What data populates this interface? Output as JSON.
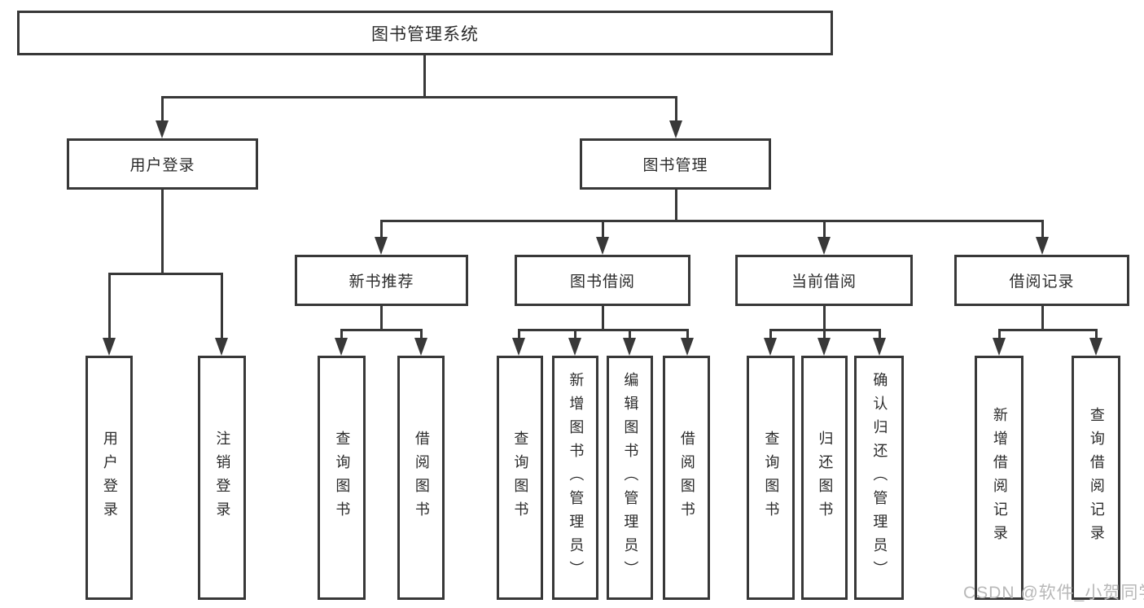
{
  "colors": {
    "line": "#383838",
    "text": "#2b2b2b",
    "watermark": "#b8b8b8",
    "background": "#ffffff"
  },
  "watermark": "CSDN @软件_小贺同学",
  "tree": {
    "label": "图书管理系统",
    "children": [
      {
        "label": "用户登录",
        "children": [
          {
            "label": "用户登录"
          },
          {
            "label": "注销登录"
          }
        ]
      },
      {
        "label": "图书管理",
        "children": [
          {
            "label": "新书推荐",
            "children": [
              {
                "label": "查询图书"
              },
              {
                "label": "借阅图书"
              }
            ]
          },
          {
            "label": "图书借阅",
            "children": [
              {
                "label": "查询图书"
              },
              {
                "label": "新增图书（管理员）"
              },
              {
                "label": "编辑图书（管理员）"
              },
              {
                "label": "借阅图书"
              }
            ]
          },
          {
            "label": "当前借阅",
            "children": [
              {
                "label": "查询图书"
              },
              {
                "label": "归还图书"
              },
              {
                "label": "确认归还（管理员）"
              }
            ]
          },
          {
            "label": "借阅记录",
            "children": [
              {
                "label": "新增借阅记录"
              },
              {
                "label": "查询借阅记录"
              }
            ]
          }
        ]
      }
    ]
  }
}
